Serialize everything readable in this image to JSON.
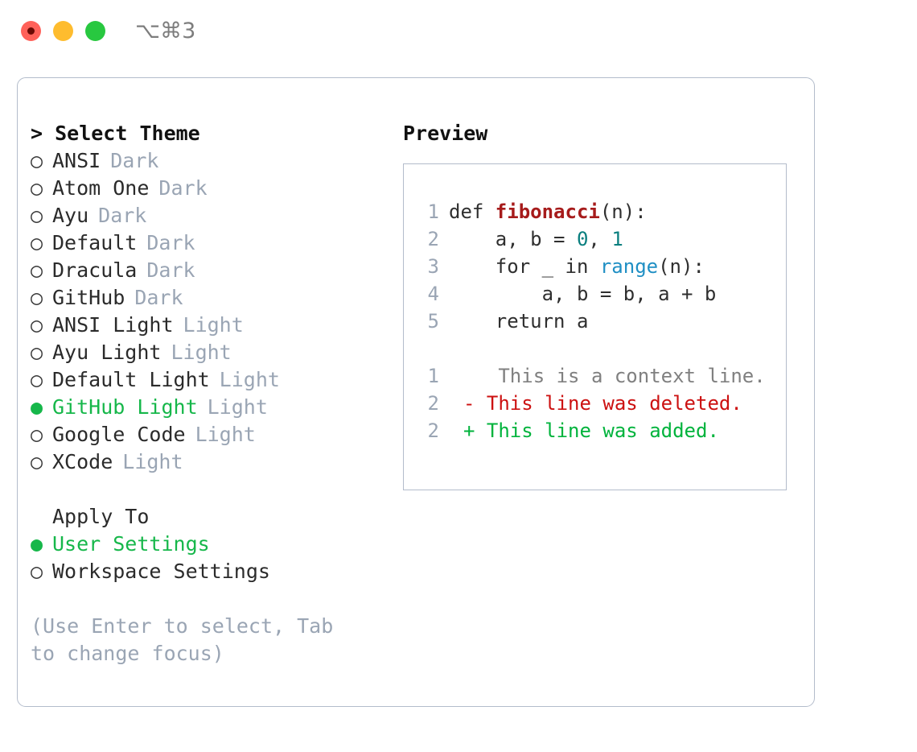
{
  "titlebar": {
    "shortcut": "⌥⌘3",
    "buttons": [
      {
        "name": "close",
        "color": "#ff6159"
      },
      {
        "name": "minimize",
        "color": "#febc2e"
      },
      {
        "name": "maximize",
        "color": "#28c840"
      }
    ]
  },
  "theme_picker": {
    "header": "> Select Theme",
    "items": [
      {
        "bullet": "○",
        "label": "ANSI",
        "mode": "Dark",
        "selected": false
      },
      {
        "bullet": "○",
        "label": "Atom One",
        "mode": "Dark",
        "selected": false
      },
      {
        "bullet": "○",
        "label": "Ayu",
        "mode": "Dark",
        "selected": false
      },
      {
        "bullet": "○",
        "label": "Default",
        "mode": "Dark",
        "selected": false
      },
      {
        "bullet": "○",
        "label": "Dracula",
        "mode": "Dark",
        "selected": false
      },
      {
        "bullet": "○",
        "label": "GitHub",
        "mode": "Dark",
        "selected": false
      },
      {
        "bullet": "○",
        "label": "ANSI Light",
        "mode": "Light",
        "selected": false
      },
      {
        "bullet": "○",
        "label": "Ayu Light",
        "mode": "Light",
        "selected": false
      },
      {
        "bullet": "○",
        "label": "Default Light",
        "mode": "Light",
        "selected": false
      },
      {
        "bullet": "●",
        "label": "GitHub Light",
        "mode": "Light",
        "selected": true
      },
      {
        "bullet": "○",
        "label": "Google Code",
        "mode": "Light",
        "selected": false
      },
      {
        "bullet": "○",
        "label": "XCode",
        "mode": "Light",
        "selected": false
      }
    ]
  },
  "apply_to": {
    "header": "Apply To",
    "items": [
      {
        "bullet": "●",
        "label": "User Settings",
        "selected": true
      },
      {
        "bullet": "○",
        "label": "Workspace Settings",
        "selected": false
      }
    ]
  },
  "hint": "(Use Enter to select, Tab to change focus)",
  "preview": {
    "title": "Preview",
    "code_lines": [
      {
        "no": "1",
        "segments": [
          {
            "t": "def ",
            "c": "plain"
          },
          {
            "t": "fibonacci",
            "c": "fn"
          },
          {
            "t": "(n):",
            "c": "plain"
          }
        ]
      },
      {
        "no": "2",
        "segments": [
          {
            "t": "    a, b = ",
            "c": "plain"
          },
          {
            "t": "0",
            "c": "num"
          },
          {
            "t": ", ",
            "c": "plain"
          },
          {
            "t": "1",
            "c": "num"
          }
        ]
      },
      {
        "no": "3",
        "segments": [
          {
            "t": "    for _ in ",
            "c": "plain"
          },
          {
            "t": "range",
            "c": "call"
          },
          {
            "t": "(n):",
            "c": "plain"
          }
        ]
      },
      {
        "no": "4",
        "segments": [
          {
            "t": "        a, b = b, a + b",
            "c": "plain"
          }
        ]
      },
      {
        "no": "5",
        "segments": [
          {
            "t": "    return a",
            "c": "plain"
          }
        ]
      }
    ],
    "diff_lines": [
      {
        "no": "1",
        "marker": " ",
        "text": "  This is a context line.",
        "kind": "ctx"
      },
      {
        "no": "2",
        "marker": "-",
        "text": " This line was deleted.",
        "kind": "del"
      },
      {
        "no": "2",
        "marker": "+",
        "text": " This line was added.",
        "kind": "add"
      }
    ]
  },
  "colors": {
    "accent_green": "#16b74a",
    "muted": "#9aa5b4",
    "border": "#b3bccb",
    "diff_delete": "#cc1111",
    "diff_add": "#00b33c",
    "token_function": "#a61b1b",
    "token_number": "#0a7f7f",
    "token_call": "#1f8fc4"
  }
}
